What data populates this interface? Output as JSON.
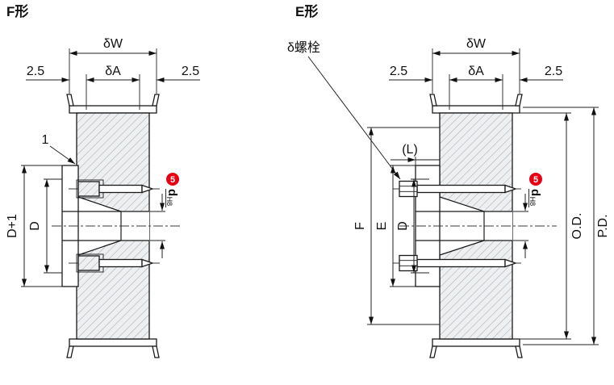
{
  "colors": {
    "accent_red": "#e60012",
    "line": "#1a1a1a",
    "hatch_line": "#a7adb3",
    "metal_fill": "#edeff0"
  },
  "figure_f": {
    "title": "F形",
    "dims": {
      "total_width": "δW",
      "belt_width": "δA",
      "flange_left": "2.5",
      "flange_right": "2.5",
      "step": "1",
      "hub_outer_dia": "D+1",
      "hub_dia": "D",
      "bore_badge": "5",
      "bore_dia": "d",
      "bore_tol": "H8"
    }
  },
  "figure_e": {
    "title": "E形",
    "bolt_callout": "δ螺栓",
    "dims": {
      "total_width": "δW",
      "belt_width": "δA",
      "flange_left": "2.5",
      "flange_right": "2.5",
      "hub_length": "(L)",
      "flange_dia": "F",
      "hub_flange_dia": "E",
      "hub_dia": "D",
      "bore_badge": "5",
      "bore_dia": "d",
      "bore_tol": "H8",
      "outside_dia": "O.D.",
      "pitch_dia": "P.D."
    }
  }
}
